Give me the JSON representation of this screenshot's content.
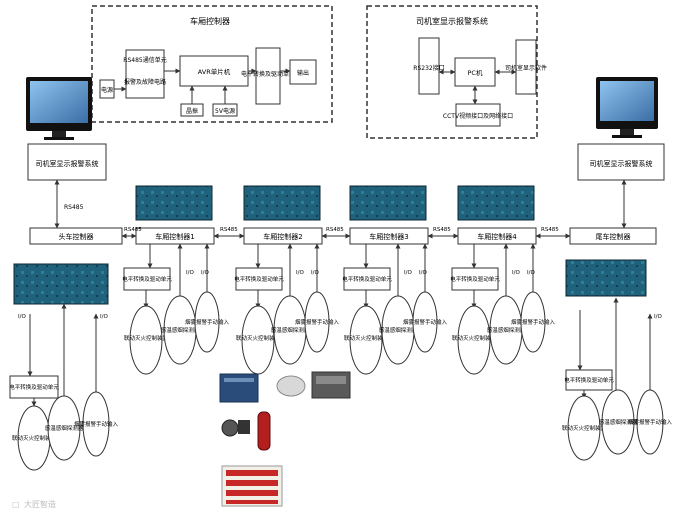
{
  "top_left_group": {
    "title": "车厢控制器",
    "modules": {
      "rs485": "RS485通信单元",
      "alarm": "报警及故障电路",
      "mcu": "AVR单片机",
      "power_left": "电源",
      "relay": "电平转换及驱动单元",
      "output": "输出",
      "input1": "晶振",
      "input2": "5V电源"
    }
  },
  "top_right_group": {
    "title": "司机室显示报警系统",
    "modules": {
      "rs232": "RS232接口",
      "pc": "PC机",
      "display": "司机室显示软件",
      "cctv": "CCTV视频接口及网络接口"
    }
  },
  "side_panels": {
    "left_label": "司机室显示报警系统",
    "right_label": "司机室显示报警系统",
    "left_link": "RS485"
  },
  "controllers": {
    "head": "头车控制器",
    "car1": "车厢控制器1",
    "car2": "车厢控制器2",
    "car3": "车厢控制器3",
    "car4": "车厢控制器4",
    "tail": "尾车控制器",
    "link_label": "RS485"
  },
  "io_labels": {
    "io": "I/O"
  },
  "unit_labels": {
    "driver": "电平转换及驱动单元",
    "linkage": "联动灭火控制装置",
    "smoke": "感温感烟探测器",
    "manual": "烟雾报警手动输入"
  },
  "watermark": "大匠智造",
  "colors": {
    "line": "#333333",
    "board_green": "#1f6d6a",
    "board_blue": "#1f4f8e",
    "screen_blue": "#6fa6d8"
  }
}
